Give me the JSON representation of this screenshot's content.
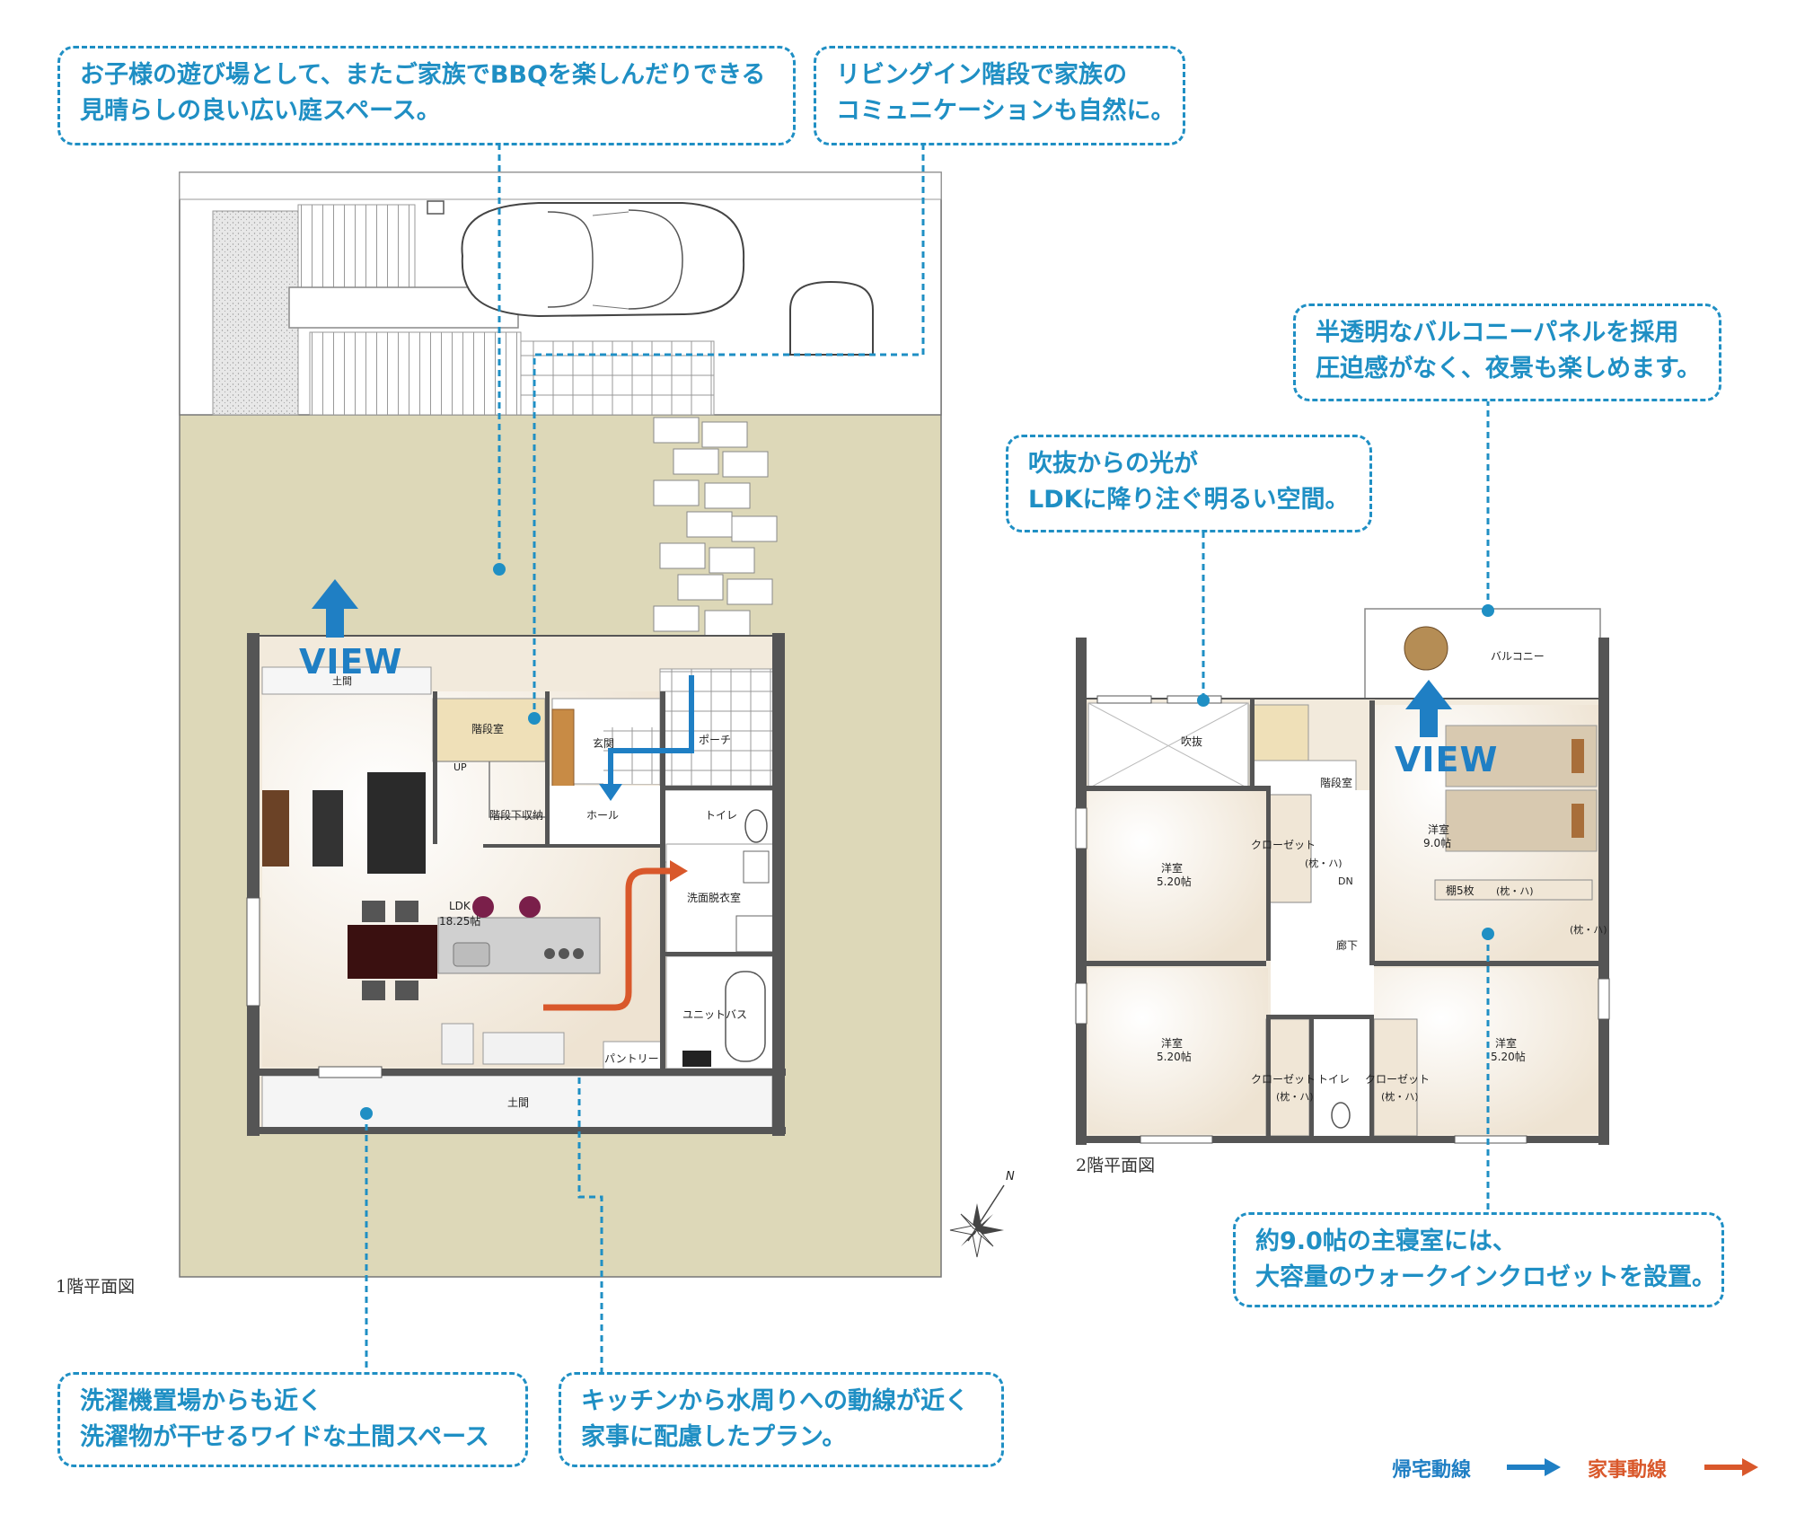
{
  "callouts": {
    "garden": {
      "line1": "お子様の遊び場として、またご家族でBBQを楽しんだりできる",
      "line2": "見晴らしの良い広い庭スペース。"
    },
    "stairs": {
      "line1": "リビングイン階段で家族の",
      "line2": "コミュニケーションも自然に。"
    },
    "balcony": {
      "line1": "半透明なバルコニーパネルを採用",
      "line2": "圧迫感がなく、夜景も楽しめます。"
    },
    "void": {
      "line1": "吹抜からの光が",
      "line2": "LDKに降り注ぐ明るい空間。"
    },
    "master": {
      "line1": "約9.0帖の主寝室には、",
      "line2": "大容量のウォークインクロゼットを設置。"
    },
    "doma": {
      "line1": "洗濯機置場からも近く",
      "line2": "洗濯物が干せるワイドな土間スペース"
    },
    "kitchen": {
      "line1": "キッチンから水周りへの動線が近く",
      "line2": "家事に配慮したプラン。"
    }
  },
  "floor1": {
    "title": "1階平面図",
    "view": "VIEW",
    "rooms": {
      "doma_top": "土間",
      "stair_room": "階段室",
      "up": "UP",
      "entrance": "玄関",
      "porch": "ポーチ",
      "hall": "ホール",
      "stair_storage": "階段下収納",
      "toilet": "トイレ",
      "ldk": "LDK",
      "ldk_size": "18.25帖",
      "washroom": "洗面脱衣室",
      "bath": "ユニットバス",
      "pantry": "パントリー",
      "doma_bottom": "土間"
    }
  },
  "floor2": {
    "title": "2階平面図",
    "view": "VIEW",
    "rooms": {
      "fukinuke": "吹抜",
      "stair_room": "階段室",
      "balcony": "バルコニー",
      "closet_a": "クローゼット",
      "closet_a_note": "(枕・ハ)",
      "room1": "洋室",
      "room1_size": "5.20帖",
      "master": "洋室",
      "master_size": "9.0帖",
      "shelf": "棚5枚",
      "shelf_note": "(枕・ハ)",
      "wic_note": "(枕・ハ)",
      "dn": "DN",
      "corridor": "廊下",
      "room2": "洋室",
      "room2_size": "5.20帖",
      "room3": "洋室",
      "room3_size": "5.20帖",
      "closet_b": "クローゼット",
      "toilet": "トイレ",
      "closet_c": "クローゼット",
      "closet_b_note": "(枕・ハ)",
      "closet_c_note": "(枕・ハ)"
    }
  },
  "compass": {
    "north": "N"
  },
  "legend": {
    "return_home": "帰宅動線",
    "housework": "家事動線"
  },
  "colors": {
    "accent_blue": "#1f8fc4",
    "route_blue": "#1f7fc4",
    "route_orange": "#d9582b",
    "lot": "#ddd8b8",
    "wall": "#555555",
    "floor": "#f4ece0"
  }
}
